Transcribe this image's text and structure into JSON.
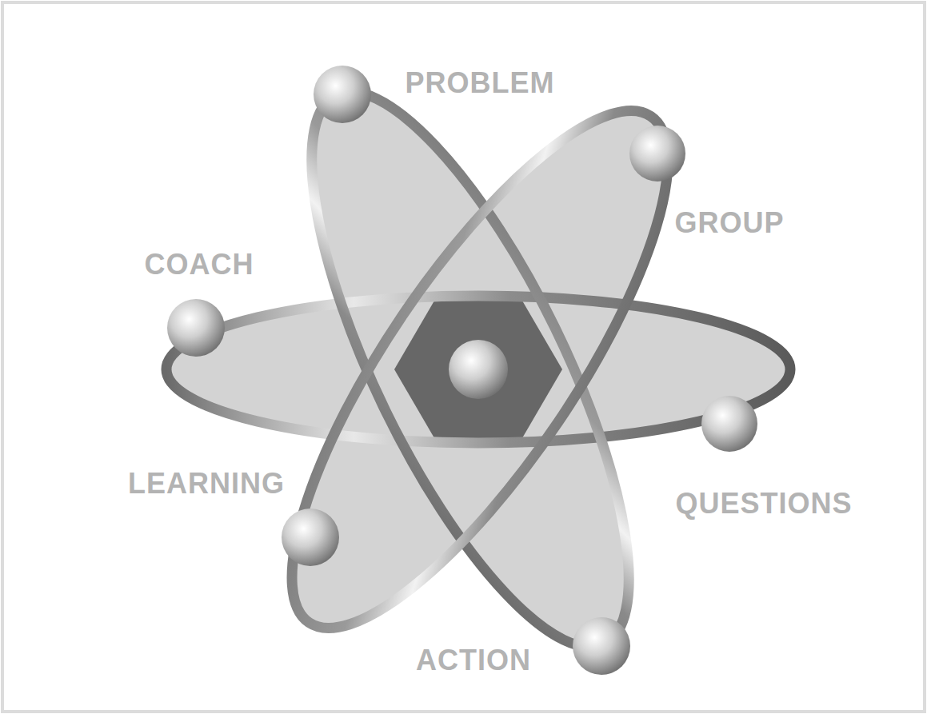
{
  "diagram": {
    "labels": [
      "PROBLEM",
      "GROUP",
      "COACH",
      "LEARNING",
      "QUESTIONS",
      "ACTION"
    ]
  }
}
